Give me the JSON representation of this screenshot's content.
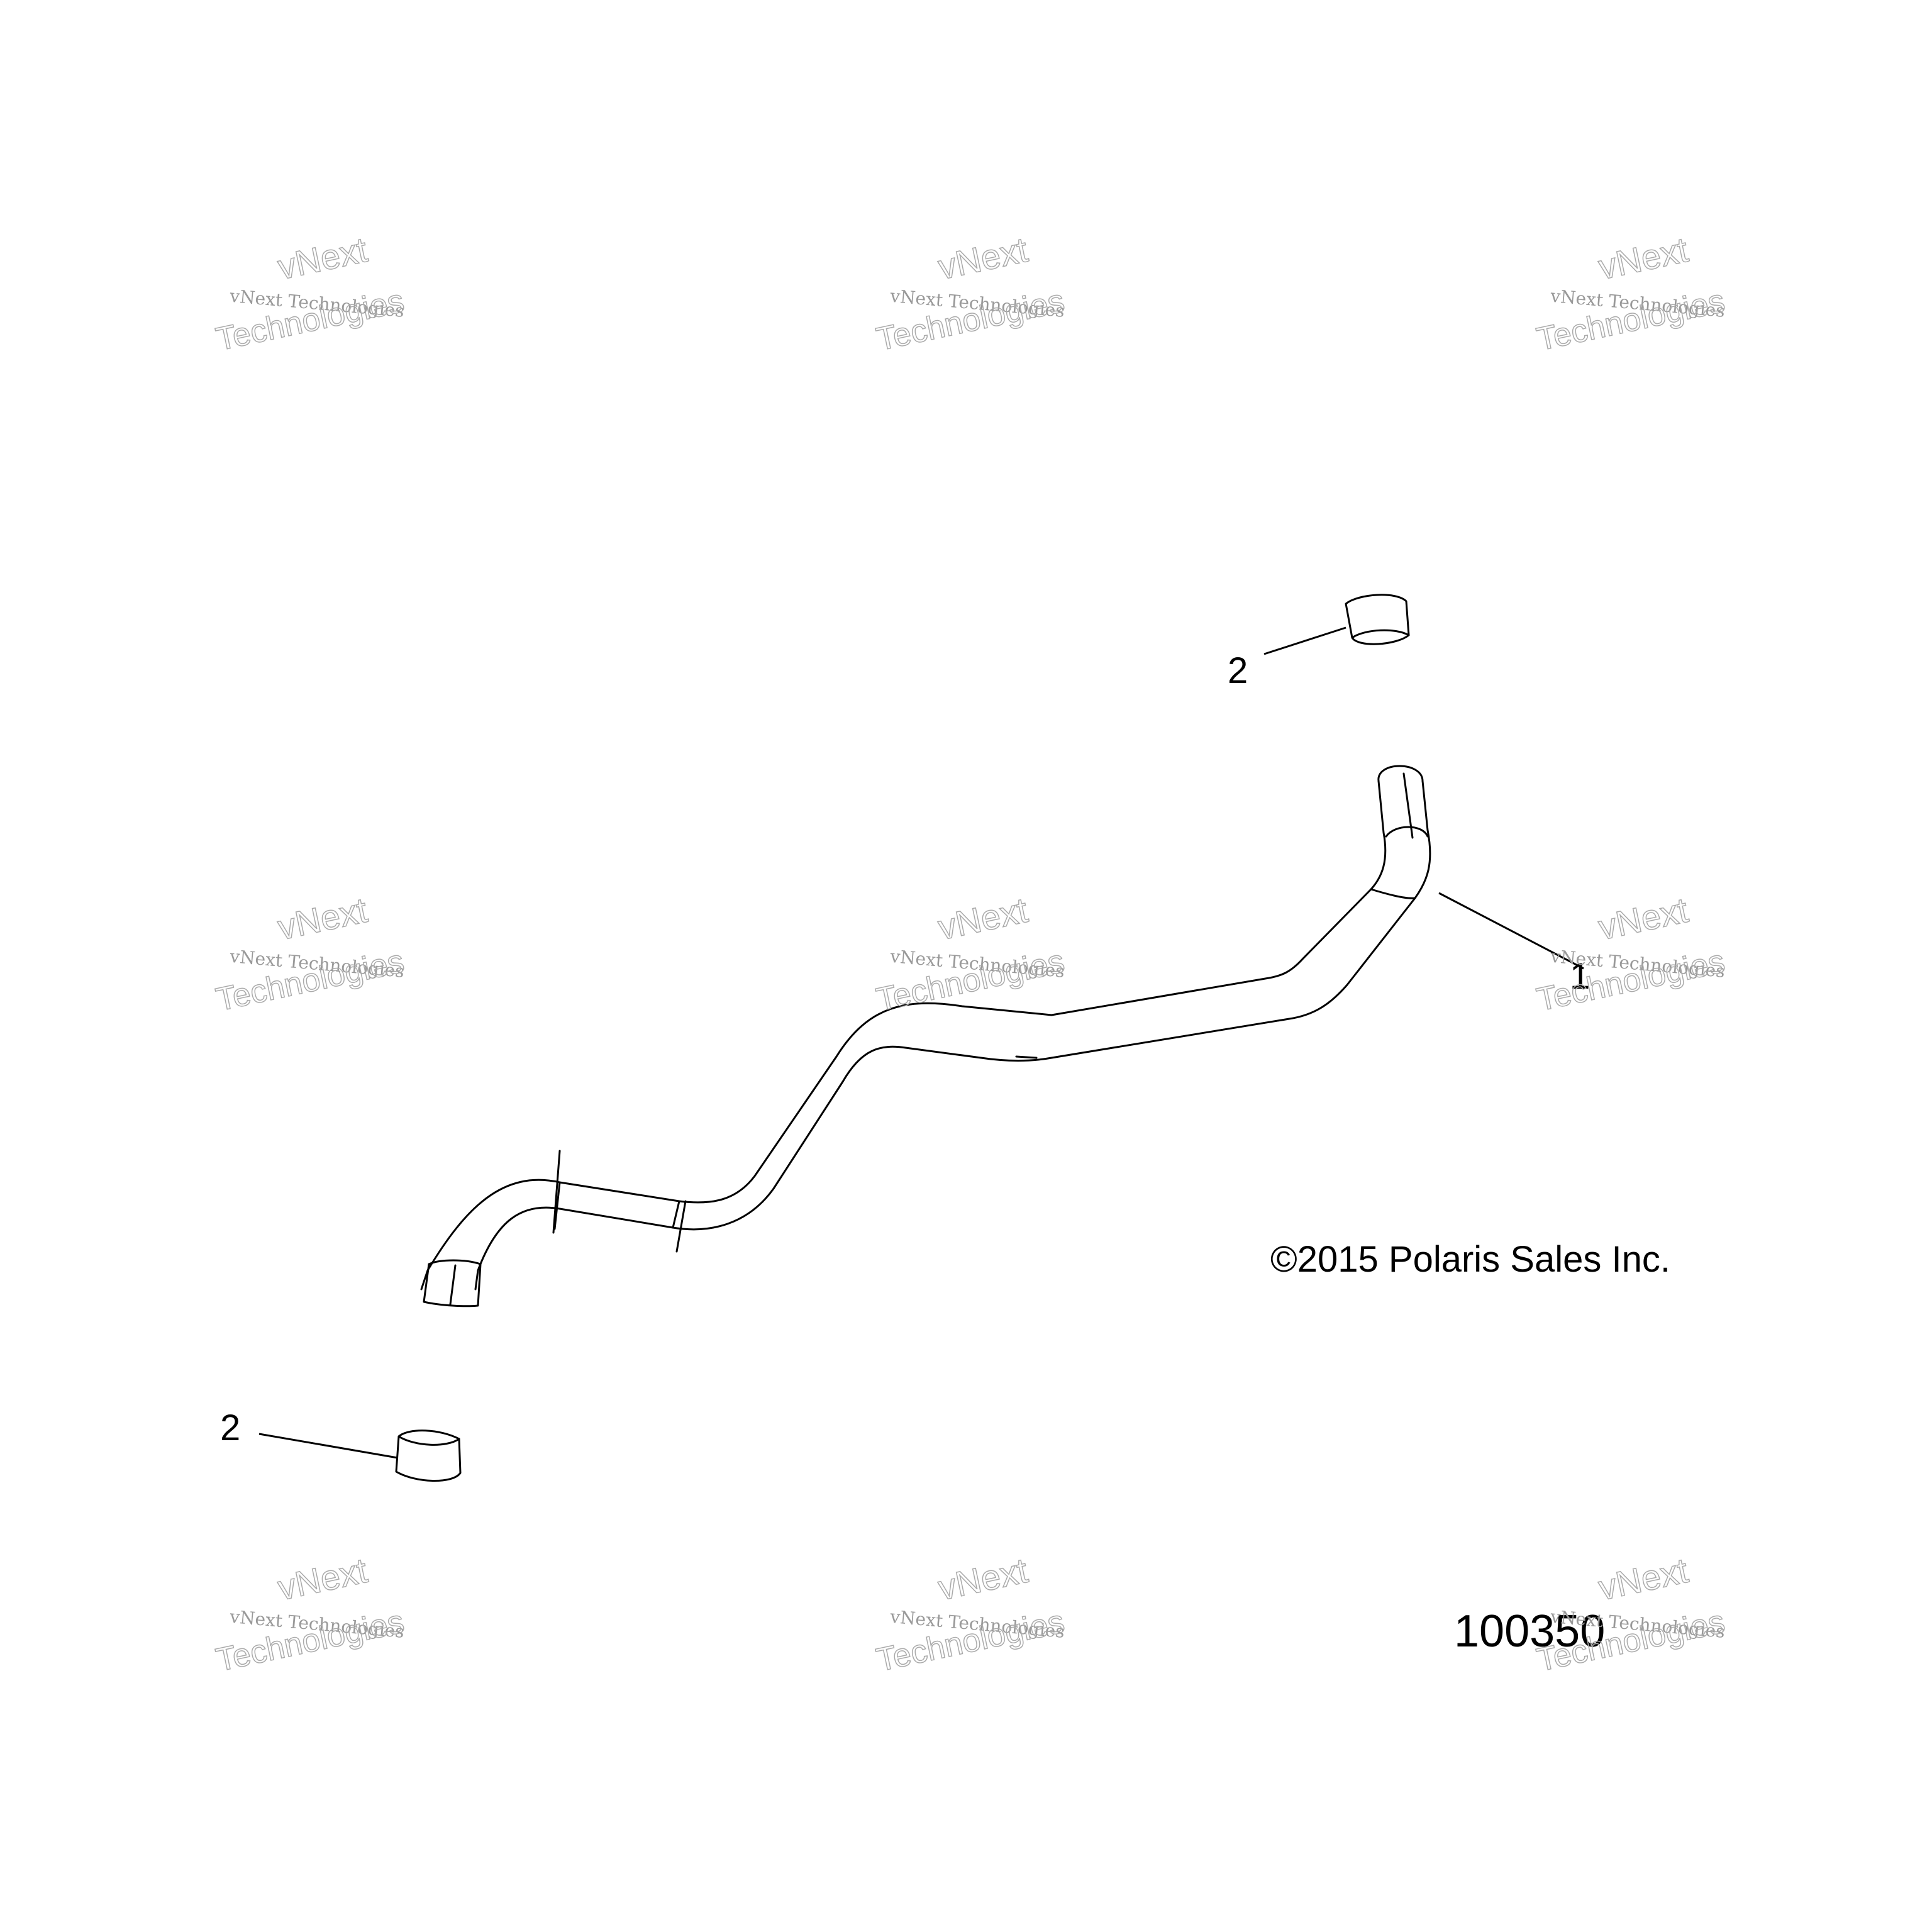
{
  "diagram": {
    "callouts": [
      {
        "id": "hose",
        "label": "1"
      },
      {
        "id": "clamp-top",
        "label": "2"
      },
      {
        "id": "clamp-bottom",
        "label": "2"
      }
    ],
    "copyright": "©2015 Polaris Sales Inc.",
    "figure_number": "100350"
  },
  "watermark": {
    "line1": "vNext Technologies",
    "line2": "vNext",
    "line3": "Technologies"
  }
}
